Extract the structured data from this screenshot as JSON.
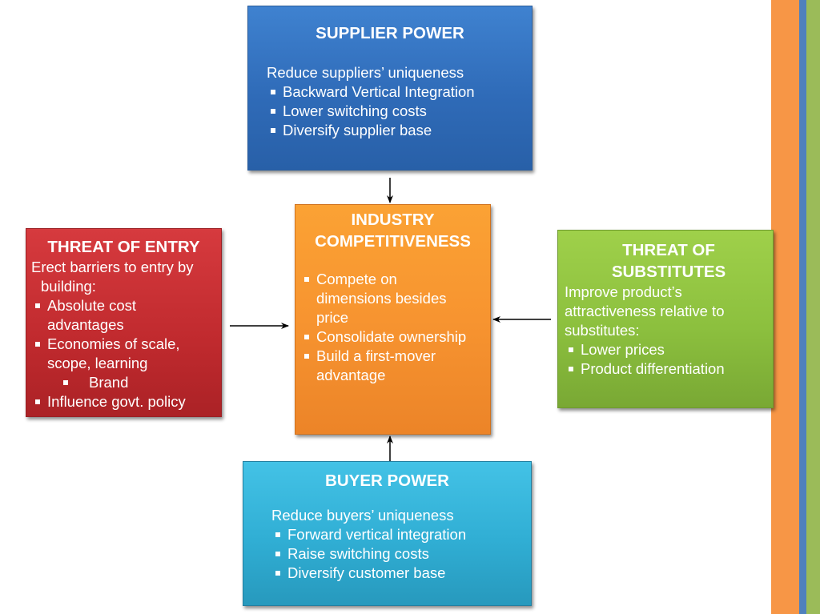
{
  "diagram": {
    "decor_colors": {
      "orange": "#f79646",
      "blue": "#4f81bd",
      "green": "#9bbb59"
    },
    "supplier": {
      "title": "SUPPLIER POWER",
      "intro": "Reduce suppliers’ uniqueness",
      "items": [
        "Backward Vertical Integration",
        "Lower switching costs",
        "Diversify supplier base"
      ]
    },
    "entry": {
      "title": "THREAT OF ENTRY",
      "intro_line1": "Erect barriers to entry by",
      "intro_line2": "building:",
      "items": [
        "Absolute cost advantages",
        "Economies of scale, scope, learning"
      ],
      "sub_item": "Brand",
      "last_item": "Influence govt. policy"
    },
    "industry": {
      "title": "INDUSTRY COMPETITIVENESS",
      "items": [
        "Compete on dimensions besides price",
        "Consolidate ownership",
        "Build a first-mover advantage"
      ]
    },
    "substitutes": {
      "title": "THREAT OF SUBSTITUTES",
      "intro": "Improve product’s attractiveness relative to substitutes:",
      "items": [
        "Lower prices",
        "Product differentiation"
      ]
    },
    "buyer": {
      "title": "BUYER POWER",
      "intro": "Reduce buyers’ uniqueness",
      "items": [
        "Forward vertical integration",
        "Raise switching costs",
        "Diversify customer base"
      ]
    },
    "arrows": [
      {
        "from": "supplier",
        "to": "industry"
      },
      {
        "from": "entry",
        "to": "industry"
      },
      {
        "from": "substitutes",
        "to": "industry"
      },
      {
        "from": "buyer",
        "to": "industry"
      }
    ]
  }
}
